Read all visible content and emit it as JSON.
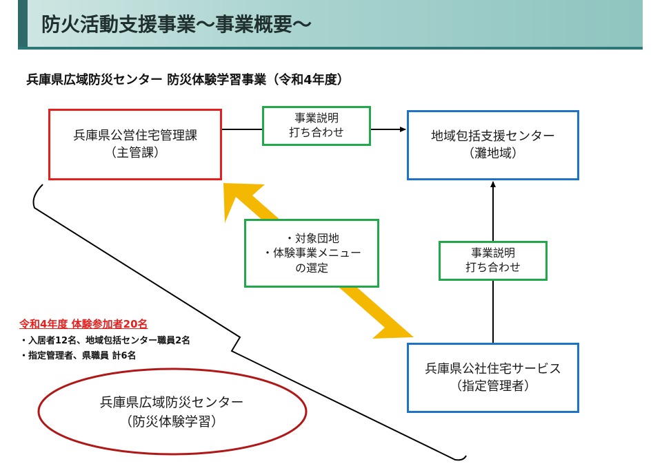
{
  "title": "防火活動支援事業～事業概要～",
  "subtitle": "兵庫県広域防災センター 防災体験学習事業（令和4年度）",
  "nodes": {
    "pref_housing": {
      "line1": "兵庫県公営住宅管理課",
      "line2": "（主管課）"
    },
    "chiiki_center": {
      "line1": "地域包括支援センター",
      "line2": "（灘地域）"
    },
    "kosha": {
      "line1": "兵庫県公社住宅サービス",
      "line2": "（指定管理者）"
    },
    "explain_top": {
      "line1": "事業説明",
      "line2": "打ち合わせ"
    },
    "explain_right": {
      "line1": "事業説明",
      "line2": "打ち合わせ"
    },
    "selection": {
      "line1": "・対象団地",
      "line2": "・体験事業メニュー",
      "line3": "の選定"
    },
    "bousai_center": {
      "line1": "兵庫県広域防災センター",
      "line2": "（防災体験学習）"
    }
  },
  "participants": {
    "heading": "令和4年度 体験参加者20名",
    "line1": "・入居者12名、地域包括センター職員2名",
    "line2": "・指定管理者、県職員 計6名"
  },
  "colors": {
    "header_accent": "#2f6a6a",
    "red_border": "#e3201e",
    "blue_border": "#1f73c4",
    "green_border": "#20a84a",
    "double_arrow": "#f5b800",
    "ellipse": "#b01818"
  }
}
